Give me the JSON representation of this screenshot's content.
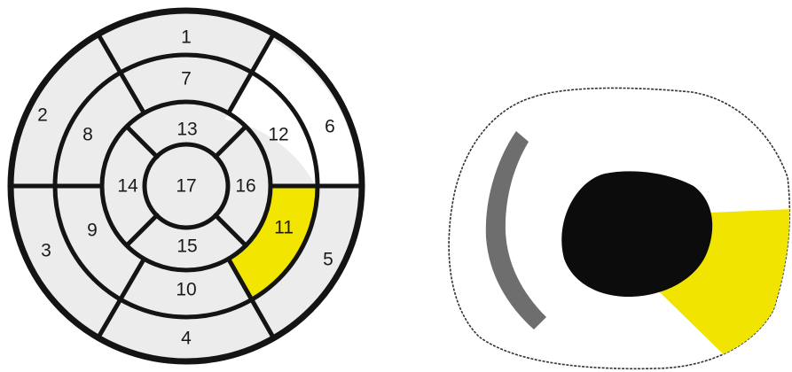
{
  "bullseye": {
    "labels": {
      "s1": "1",
      "s2": "2",
      "s3": "3",
      "s4": "4",
      "s5": "5",
      "s6": "6",
      "s7": "7",
      "s8": "8",
      "s9": "9",
      "s10": "10",
      "s11": "11",
      "s12": "12",
      "s13": "13",
      "s14": "14",
      "s15": "15",
      "s16": "16",
      "s17": "17"
    },
    "colors": {
      "default_fill": "#ececec",
      "segment_11": "#f2e600",
      "segment_12": "#ffffff",
      "outline": "#141414"
    }
  },
  "slice": {
    "colors": {
      "background": "#ffffff",
      "outline": "#333333",
      "gray_arc": "#6e6e6e",
      "black_blob": "#0c0c0c",
      "yellow_region": "#f0e400"
    }
  }
}
